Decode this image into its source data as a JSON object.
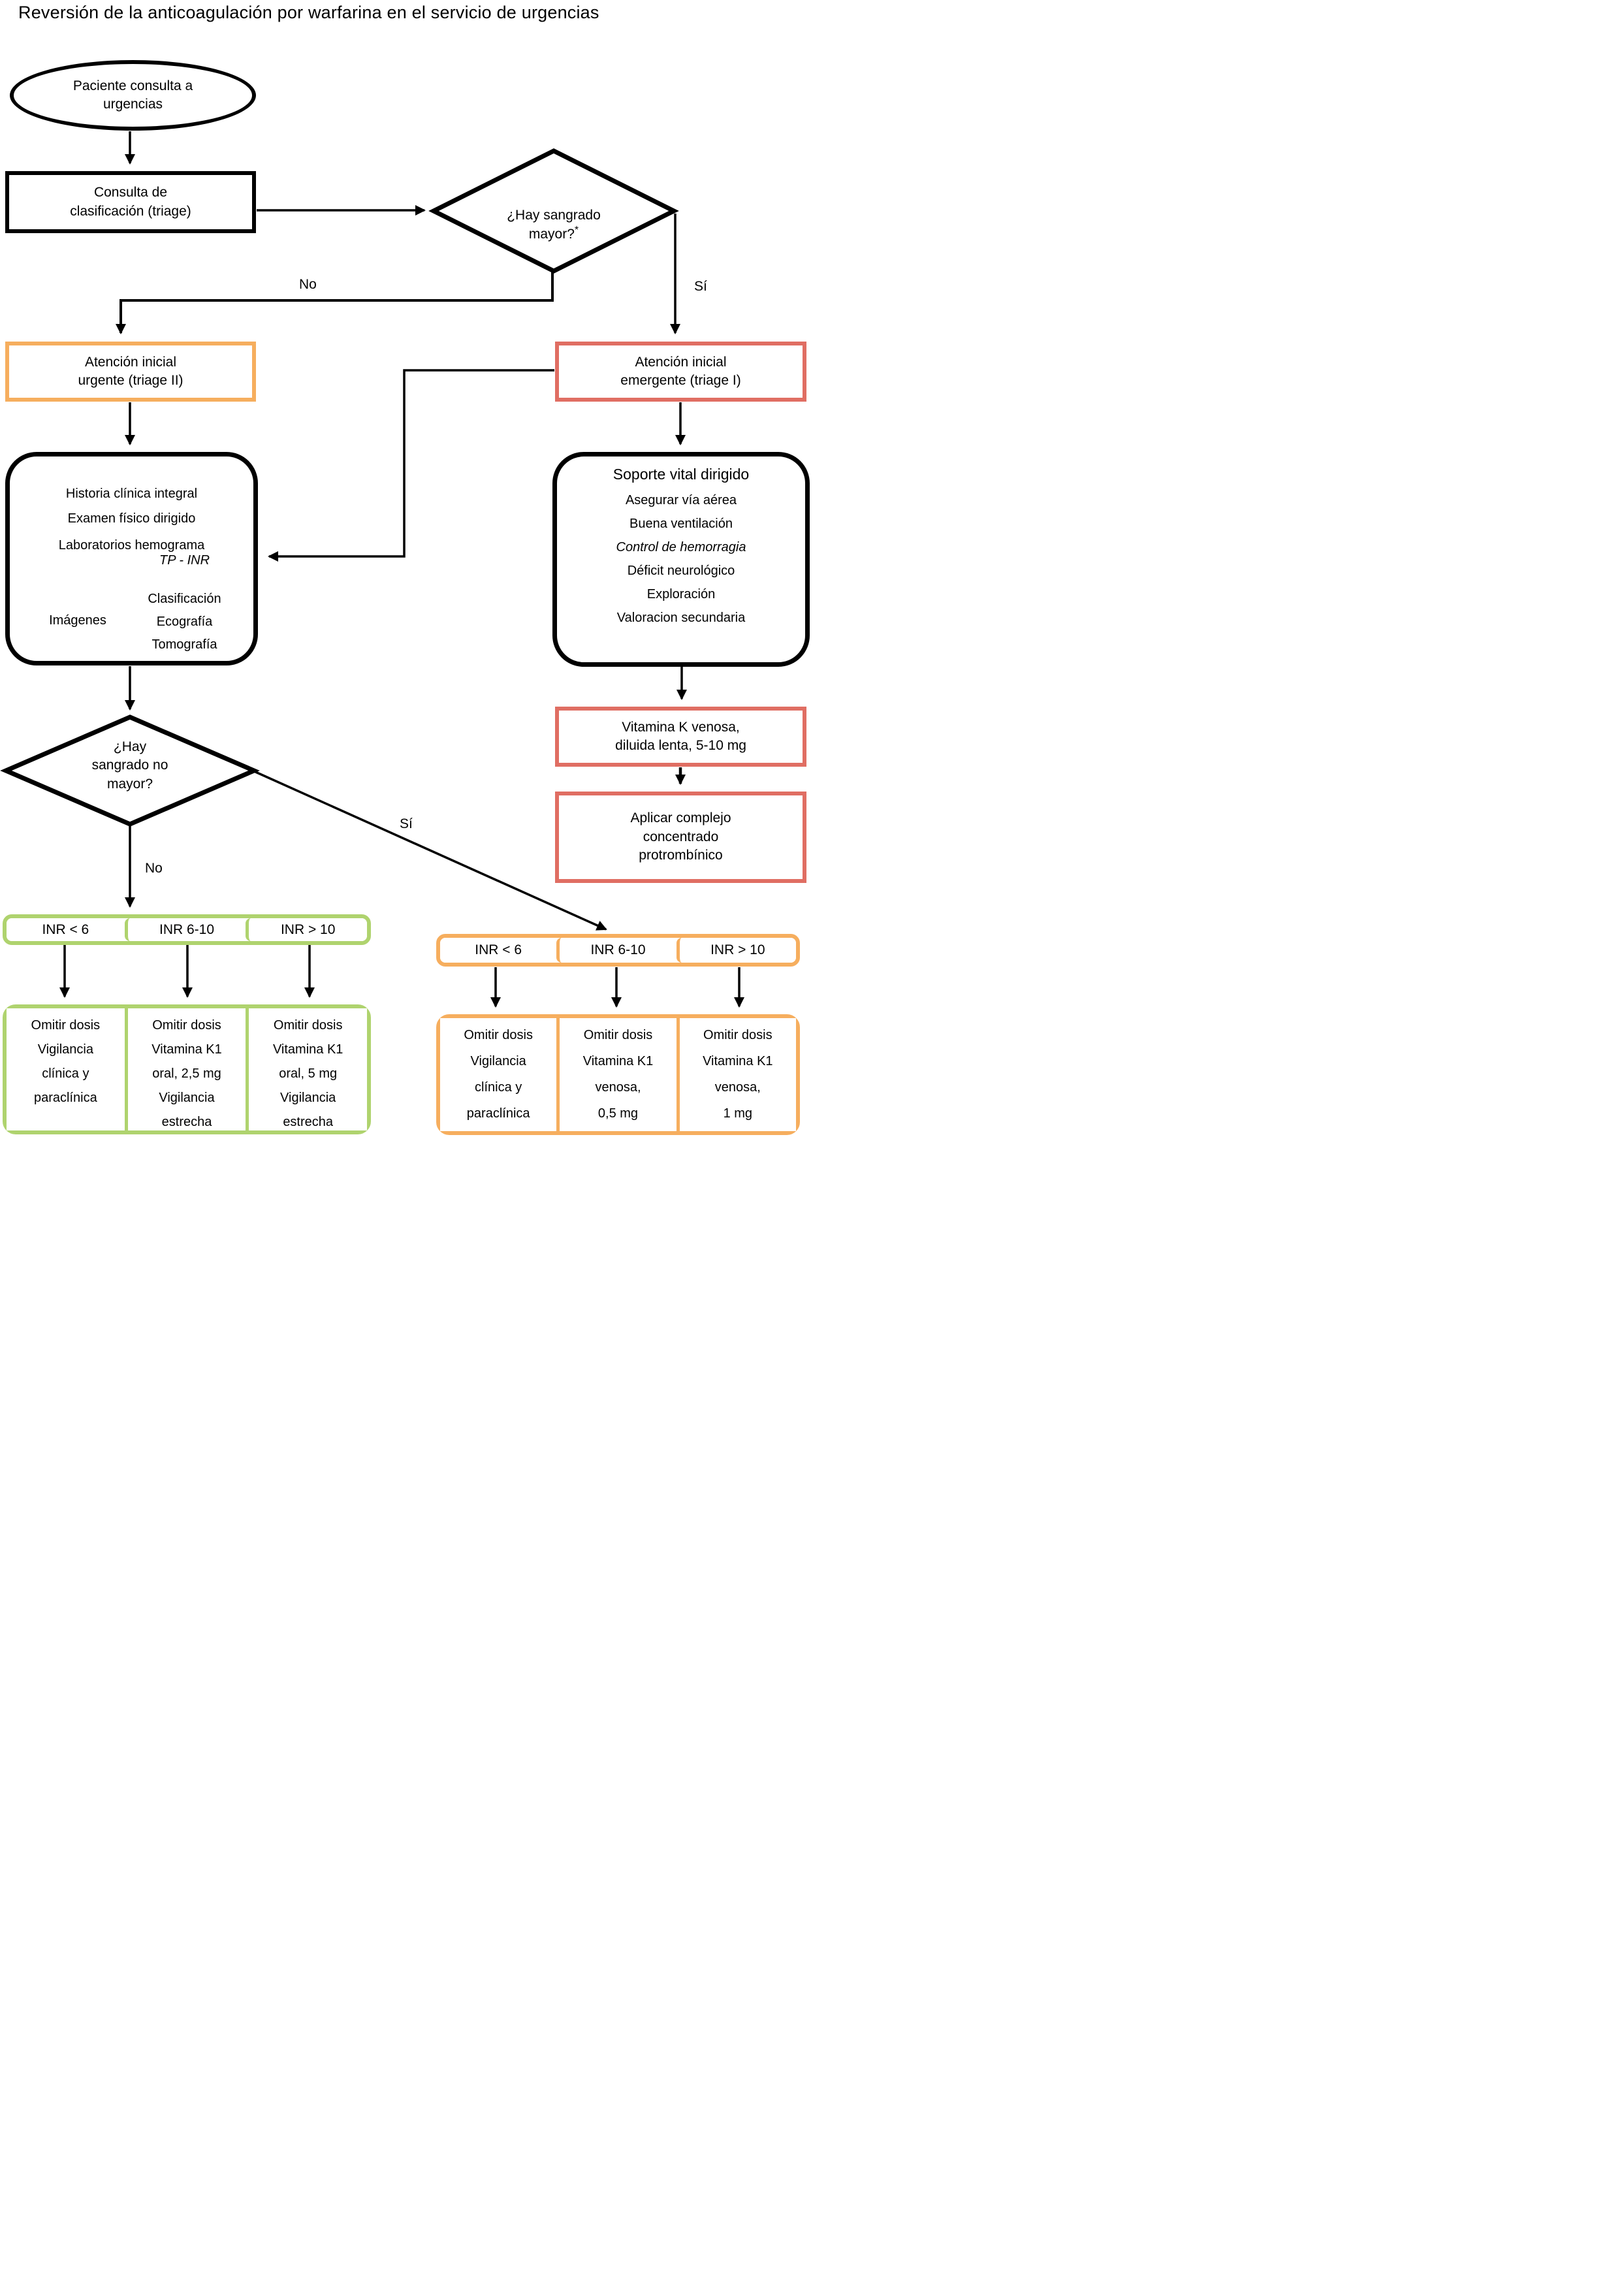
{
  "title": "Reversión de la anticoagulación por warfarina en el servicio de urgencias",
  "colors": {
    "orange": "#F6AE5E",
    "red": "#E06E63",
    "green": "#AFD36E"
  },
  "labels": {
    "yes": "Sí",
    "no": "No"
  },
  "nodes": {
    "start": "Paciente consulta a\nurgencias",
    "triage": "Consulta de\nclasificación (triage)",
    "major_q": "¿Hay sangrado\nmayor?",
    "major_q_mark": "*",
    "urgent": "Atención inicial\nurgente (triage II)",
    "emergent": "Atención inicial\nemergente (triage I)",
    "minor_q": "¿Hay\nsangrado no\nmayor?",
    "vitk": "Vitamina K venosa,\ndiluida lenta, 5-10 mg",
    "pcc": "Aplicar complejo\nconcentrado\nprotrombínico"
  },
  "workup": {
    "l1": "Historia clínica integral",
    "l2": "Examen físico dirigido",
    "l3": "Laboratorios hemograma",
    "tp_inr": "TP - INR",
    "clasificacion": "Clasificación",
    "imagenes": "Imágenes",
    "ecografia": "Ecografía",
    "tomografia": "Tomografía"
  },
  "support": {
    "title": "Soporte vital dirigido",
    "l1": "Asegurar vía aérea",
    "l2": "Buena ventilación",
    "l3": "Control de hemorragia",
    "l4": "Déficit neurológico",
    "l5": "Exploración",
    "l6": "Valoracion secundaria"
  },
  "green_group": {
    "headers": [
      "INR < 6",
      "INR 6-10",
      "INR > 10"
    ],
    "cells": [
      "Omitir dosis\nVigilancia\nclínica y\nparaclínica",
      "Omitir dosis\nVitamina K1\noral, 2,5 mg\nVigilancia\nestrecha",
      "Omitir dosis\nVitamina K1\noral, 5 mg\nVigilancia\nestrecha"
    ]
  },
  "orange_group": {
    "headers": [
      "INR < 6",
      "INR 6-10",
      "INR > 10"
    ],
    "cells": [
      "Omitir dosis\nVigilancia\nclínica y\nparaclínica",
      "Omitir dosis\nVitamina K1\nvenosa,\n0,5 mg",
      "Omitir dosis\nVitamina K1\nvenosa,\n1 mg"
    ]
  }
}
